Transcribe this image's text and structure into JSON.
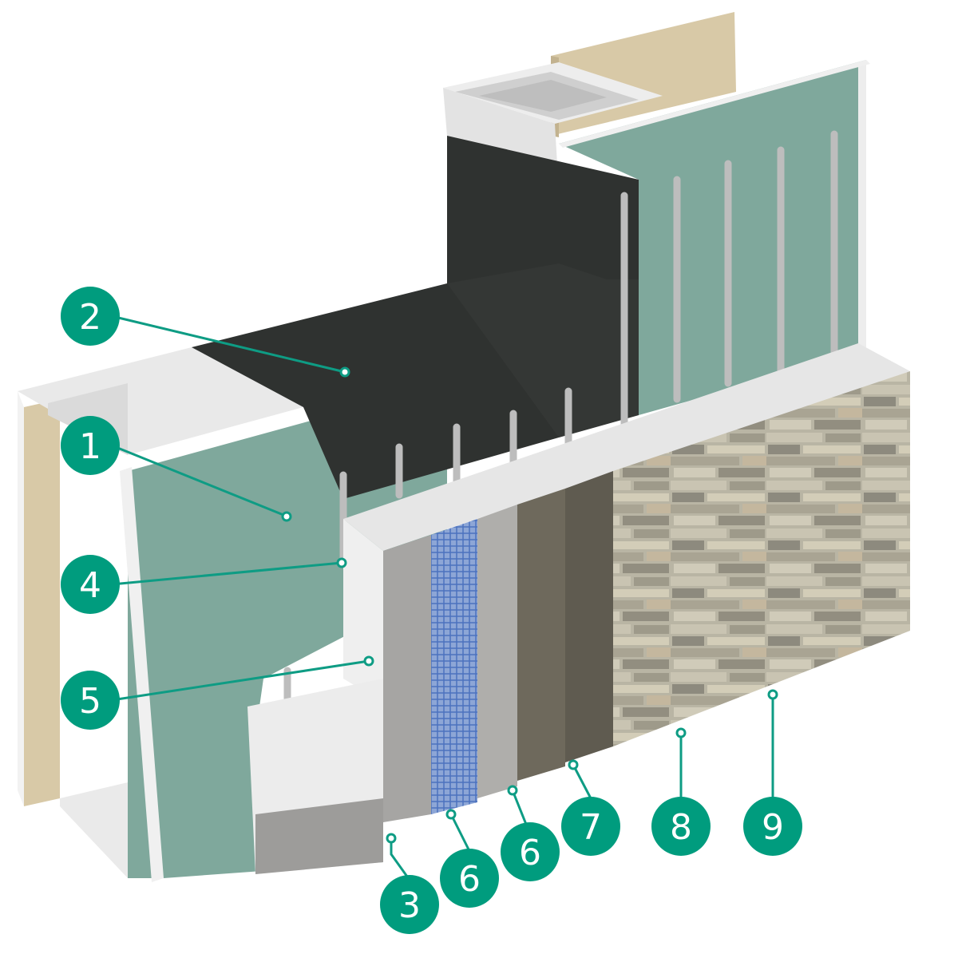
{
  "colors": {
    "callout_fill": "#009C7E",
    "callout_text": "#ffffff",
    "leader_line": "#0E9C84",
    "sheathing": "#7FA89C",
    "foam": "#E9E9E9",
    "membrane": "#2F3230",
    "base_coat": "#A6A5A3",
    "mesh": "#5B82C6",
    "mortar": "#6B6658",
    "stone": "#B9B5A4",
    "gypsum": "#D8C9A7"
  },
  "callouts": [
    {
      "id": "c1",
      "label": "1"
    },
    {
      "id": "c2",
      "label": "2"
    },
    {
      "id": "c3",
      "label": "3"
    },
    {
      "id": "c4",
      "label": "4"
    },
    {
      "id": "c5",
      "label": "5"
    },
    {
      "id": "c6a",
      "label": "6"
    },
    {
      "id": "c6b",
      "label": "6"
    },
    {
      "id": "c7",
      "label": "7"
    },
    {
      "id": "c8",
      "label": "8"
    },
    {
      "id": "c9",
      "label": "9"
    }
  ]
}
